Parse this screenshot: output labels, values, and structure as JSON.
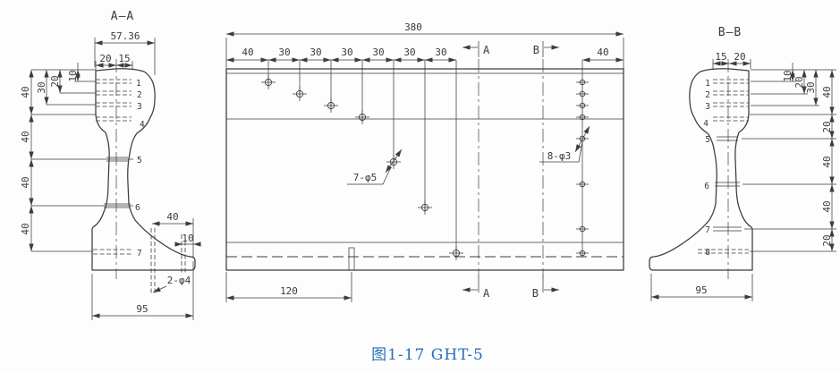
{
  "caption": {
    "text": "图1-17  GHT-5",
    "color": "#2a6db8"
  },
  "style": {
    "line_color": "#3c3c3c",
    "background": "#fdfdfd"
  },
  "view_aa": {
    "title": "A—A",
    "dim_overall": "57.36",
    "dim_head": [
      "20",
      "15"
    ],
    "dims_nested": [
      "30",
      "20",
      "10"
    ],
    "dims_chain": [
      "40",
      "40",
      "40",
      "40"
    ],
    "point_labels": [
      "1",
      "2",
      "3",
      "4",
      "5",
      "6",
      "7"
    ],
    "dim_foot_width": "40",
    "dim_foot_edge": "10",
    "foot_holes_label": "2-φ4",
    "dim_base": "95"
  },
  "view_main": {
    "dim_total": "380",
    "dims_chain": [
      "40",
      "30",
      "30",
      "30",
      "30",
      "30",
      "30"
    ],
    "dim_right": "40",
    "section_a": "A",
    "section_b": "B",
    "label_holes_large": "7-φ5",
    "label_holes_small": "8-φ3",
    "dim_slot": "120"
  },
  "view_bb": {
    "title": "B—B",
    "dim_head": [
      "15",
      "20"
    ],
    "dims_nested": [
      "10",
      "20",
      "30"
    ],
    "dims_chain": [
      "40",
      "20",
      "40",
      "40",
      "20"
    ],
    "point_labels": [
      "1",
      "2",
      "3",
      "4",
      "5",
      "6",
      "7",
      "8"
    ],
    "dim_base": "95"
  }
}
